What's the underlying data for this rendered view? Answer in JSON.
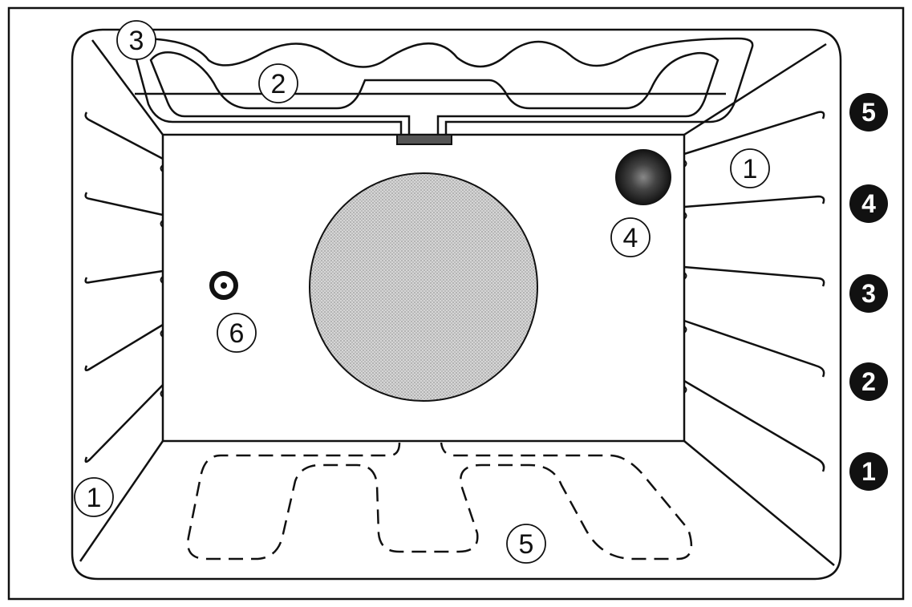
{
  "callouts": {
    "c1_left": "1",
    "c1_right": "1",
    "c2": "2",
    "c3": "3",
    "c4": "4",
    "c5": "5",
    "c6": "6"
  },
  "levels": [
    "5",
    "4",
    "3",
    "2",
    "1"
  ],
  "icons": {
    "fan": "fan-icon",
    "lamp": "oven-lamp-icon",
    "sensor": "temperature-sensor-icon"
  },
  "colors": {
    "line": "#111111",
    "fan_fill": "#c8c8c8",
    "lamp_fill": "#111111",
    "lamp_glow": "#555555",
    "level_badge": "#111111"
  }
}
